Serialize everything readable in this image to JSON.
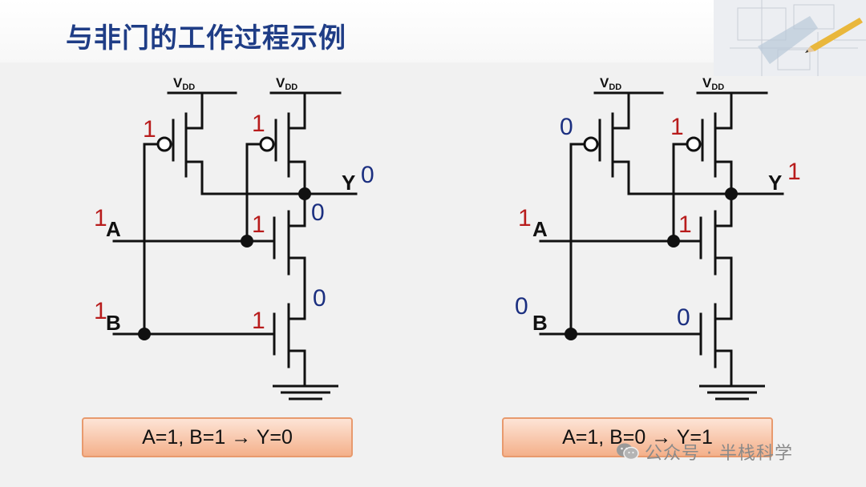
{
  "title": "与非门的工作过程示例",
  "vdd": {
    "main": "V",
    "sub": "DD"
  },
  "circuits": [
    {
      "inputs": {
        "a_label": "A",
        "b_label": "B",
        "y_label": "Y"
      },
      "values": {
        "pmos_left": "1",
        "pmos_right": "1",
        "a": "1",
        "b": "1",
        "y": "0",
        "nmos_top_gate": "1",
        "nmos_bottom_gate": "1",
        "out_node": "0",
        "mid_node": "0"
      },
      "result": "A=1, B=1 → Y=0"
    },
    {
      "inputs": {
        "a_label": "A",
        "b_label": "B",
        "y_label": "Y"
      },
      "values": {
        "pmos_left": "0",
        "pmos_right": "1",
        "a": "1",
        "b": "0",
        "y": "1",
        "nmos_top_gate": "1",
        "nmos_bottom_gate": "0"
      },
      "result": "A=1, B=0 → Y=1"
    }
  ],
  "watermark": "公众号 · 半栈科学"
}
